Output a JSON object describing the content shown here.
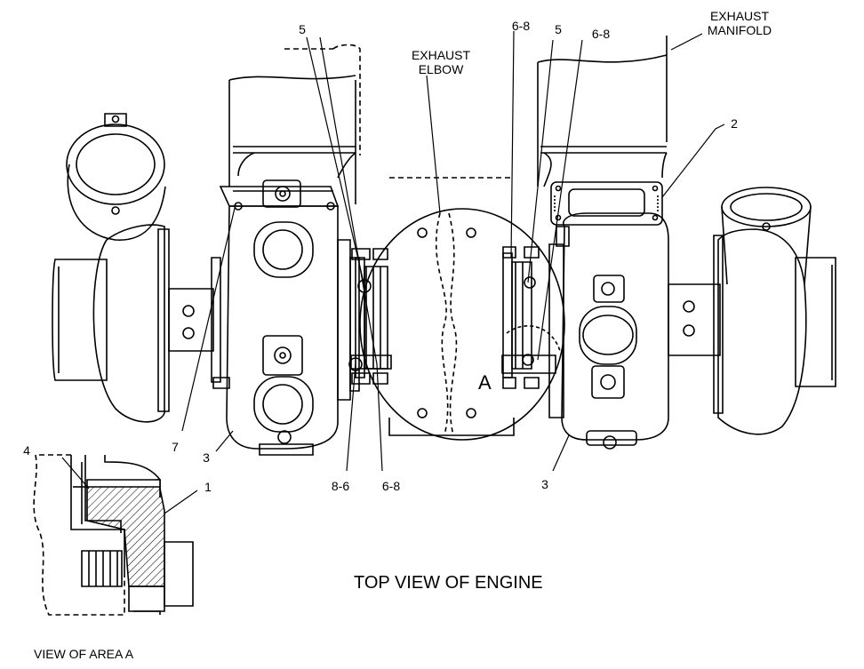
{
  "diagram": {
    "title": "TOP VIEW OF ENGINE",
    "inset_caption": "VIEW OF AREA A",
    "detail_letter": "A",
    "labels": {
      "exhaust_elbow": [
        "EXHAUST",
        "ELBOW"
      ],
      "exhaust_manifold": [
        "EXHAUST",
        "MANIFOLD"
      ],
      "callout_5_left": "5",
      "callout_6_8_right_a": "6-8",
      "callout_5_right": "5",
      "callout_6_8_right_b": "6-8",
      "callout_2": "2",
      "callout_7": "7",
      "callout_3_left": "3",
      "callout_8_6": "8-6",
      "callout_6_8_bottom": "6-8",
      "callout_3_right": "3",
      "callout_4": "4",
      "callout_1": "1"
    }
  }
}
